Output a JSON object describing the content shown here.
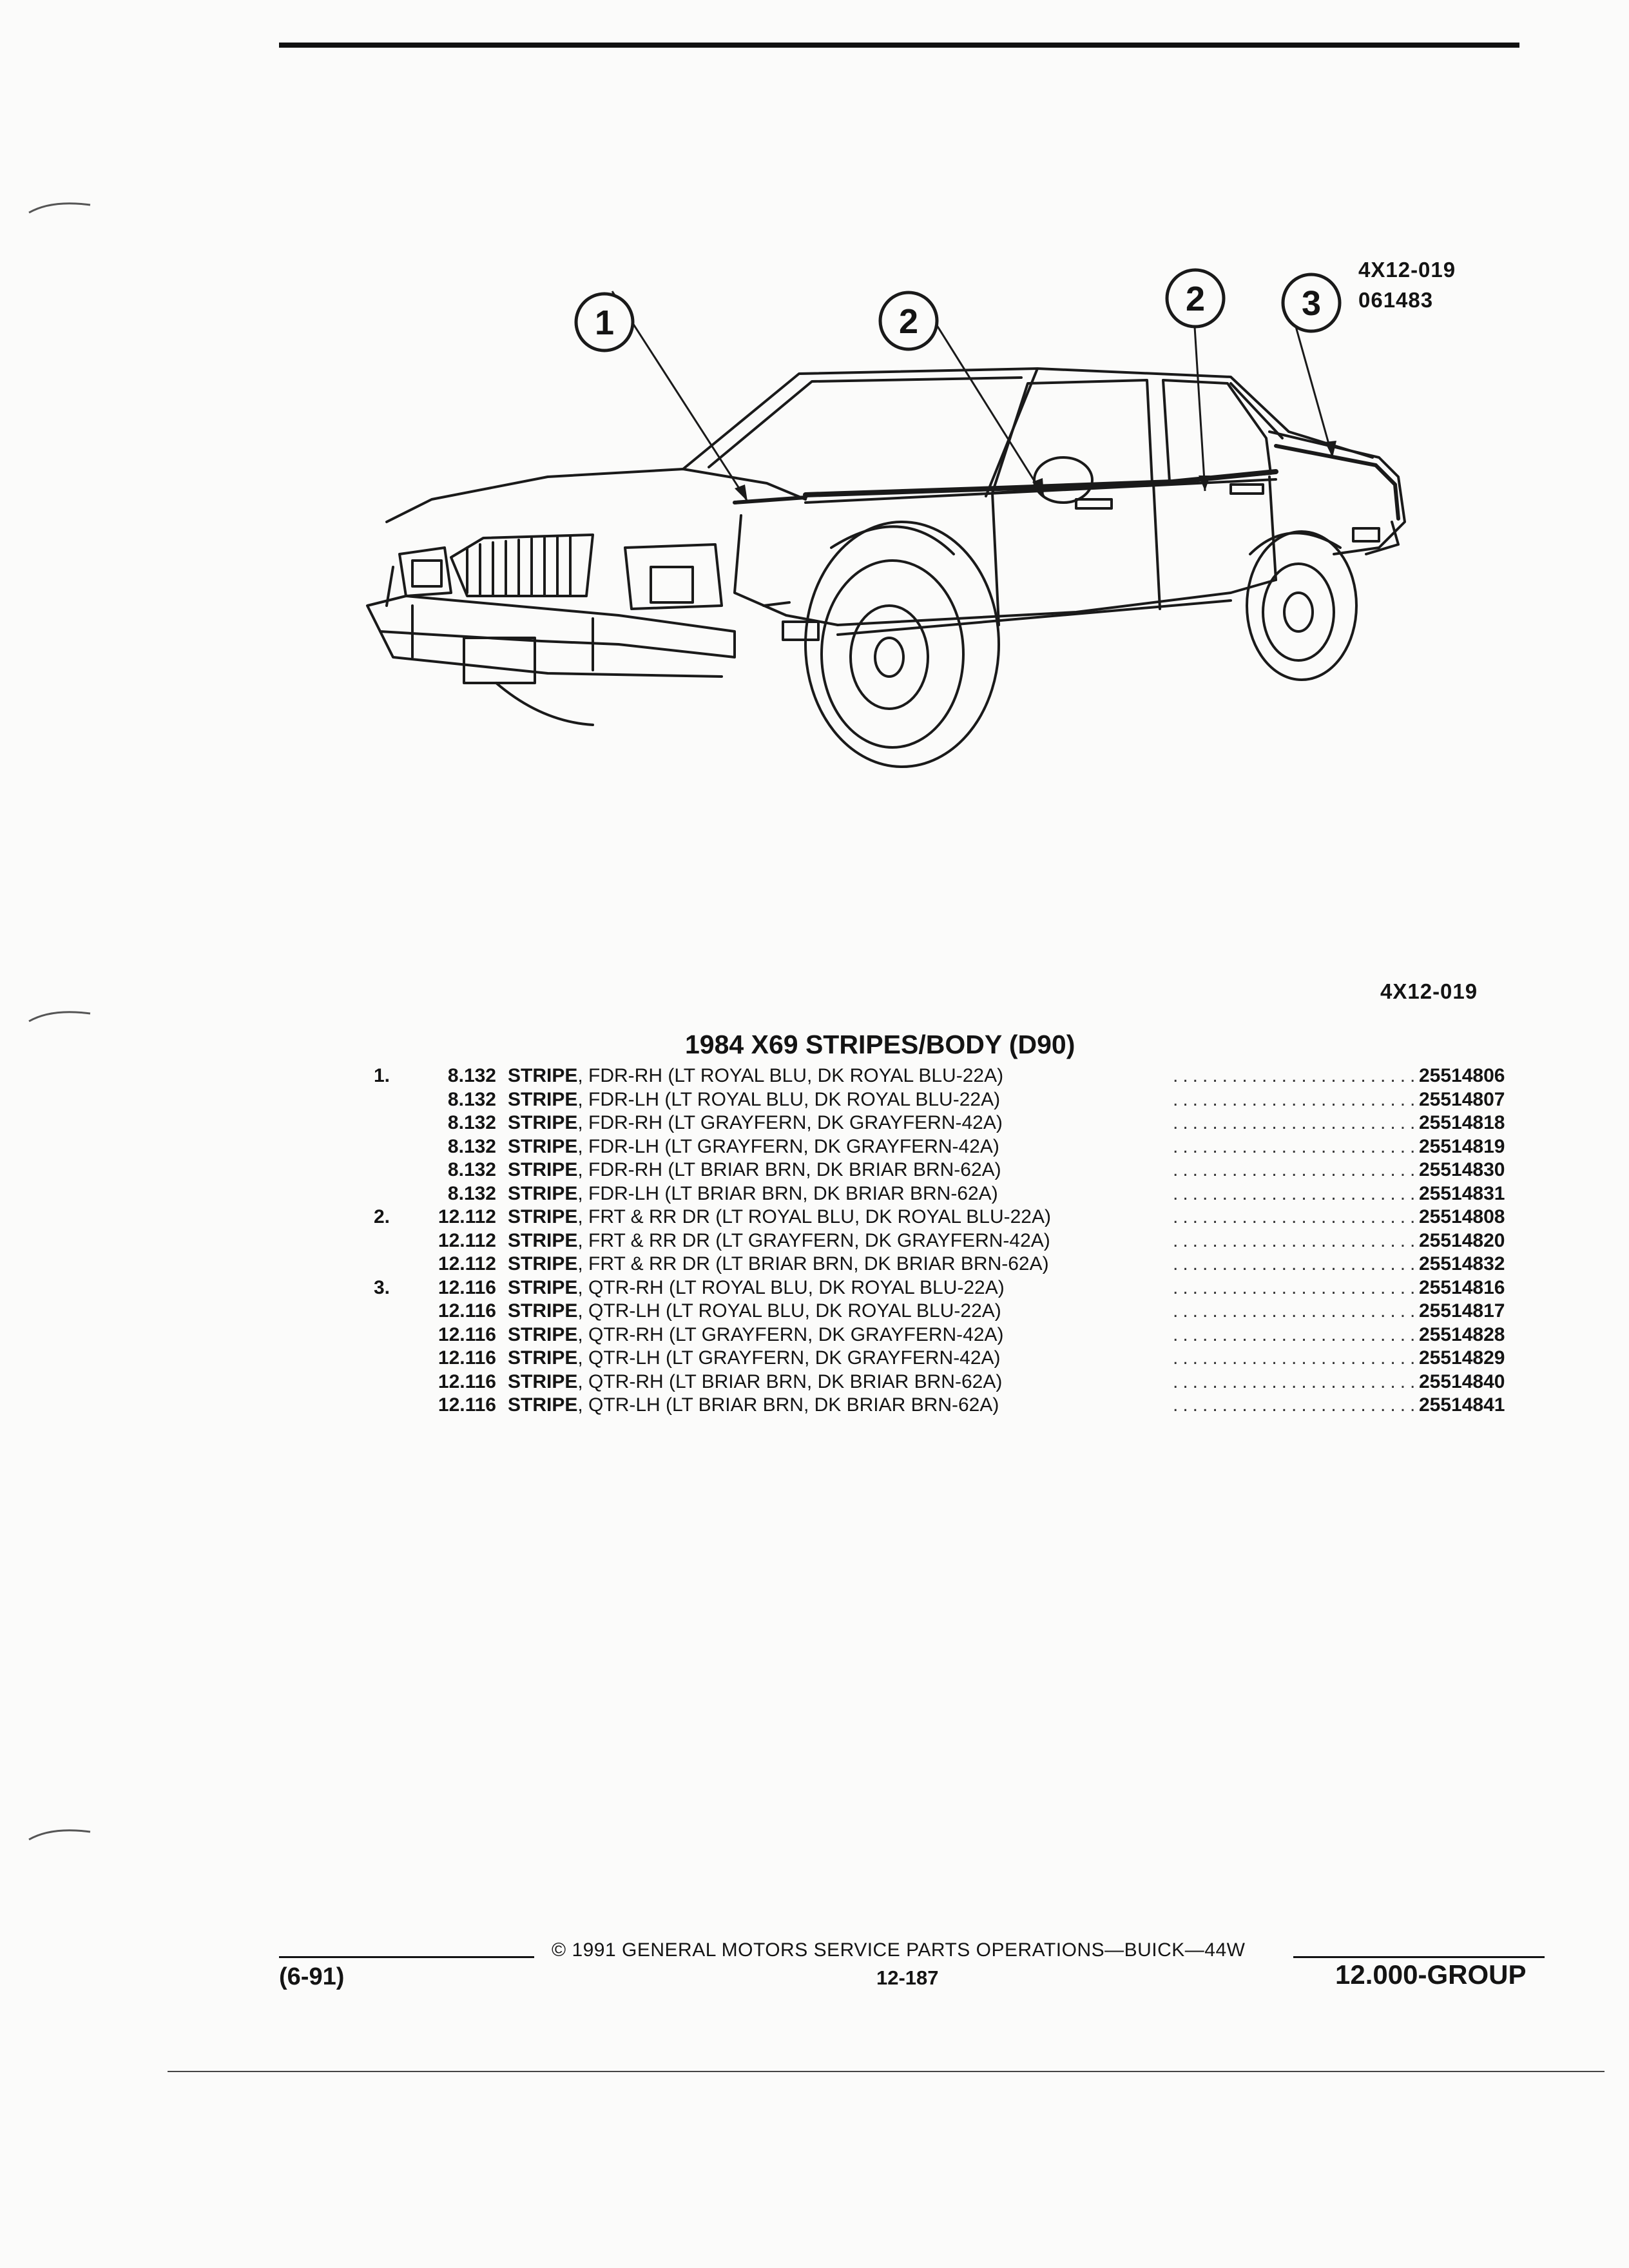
{
  "figure": {
    "ref_code": "4X12-019",
    "ref_date": "061483",
    "callouts": [
      "1",
      "2",
      "2",
      "3"
    ],
    "below_ref": "4X12-019"
  },
  "section_title": "1984 X69 STRIPES/BODY (D90)",
  "parts": [
    {
      "ill": "1.",
      "group": "8.132",
      "name": "STRIPE",
      "desc": ", FDR-RH (LT ROYAL BLU, DK ROYAL BLU-22A)",
      "part_no": "25514806"
    },
    {
      "ill": "",
      "group": "8.132",
      "name": "STRIPE",
      "desc": ", FDR-LH (LT ROYAL BLU, DK ROYAL BLU-22A)",
      "part_no": "25514807"
    },
    {
      "ill": "",
      "group": "8.132",
      "name": "STRIPE",
      "desc": ", FDR-RH (LT GRAYFERN, DK GRAYFERN-42A)",
      "part_no": "25514818"
    },
    {
      "ill": "",
      "group": "8.132",
      "name": "STRIPE",
      "desc": ", FDR-LH (LT GRAYFERN, DK GRAYFERN-42A)",
      "part_no": "25514819"
    },
    {
      "ill": "",
      "group": "8.132",
      "name": "STRIPE",
      "desc": ", FDR-RH (LT BRIAR BRN, DK BRIAR BRN-62A)",
      "part_no": "25514830"
    },
    {
      "ill": "",
      "group": "8.132",
      "name": "STRIPE",
      "desc": ", FDR-LH (LT BRIAR BRN, DK BRIAR BRN-62A)",
      "part_no": "25514831"
    },
    {
      "ill": "2.",
      "group": "12.112",
      "name": "STRIPE",
      "desc": ", FRT & RR DR (LT ROYAL BLU, DK ROYAL BLU-22A)",
      "part_no": "25514808"
    },
    {
      "ill": "",
      "group": "12.112",
      "name": "STRIPE",
      "desc": ", FRT & RR DR (LT GRAYFERN, DK GRAYFERN-42A)",
      "part_no": "25514820"
    },
    {
      "ill": "",
      "group": "12.112",
      "name": "STRIPE",
      "desc": ", FRT & RR DR (LT BRIAR BRN, DK BRIAR BRN-62A)",
      "part_no": "25514832"
    },
    {
      "ill": "3.",
      "group": "12.116",
      "name": "STRIPE",
      "desc": ", QTR-RH (LT ROYAL BLU, DK ROYAL BLU-22A)",
      "part_no": "25514816"
    },
    {
      "ill": "",
      "group": "12.116",
      "name": "STRIPE",
      "desc": ", QTR-LH (LT ROYAL BLU, DK ROYAL BLU-22A)",
      "part_no": "25514817"
    },
    {
      "ill": "",
      "group": "12.116",
      "name": "STRIPE",
      "desc": ", QTR-RH (LT GRAYFERN, DK GRAYFERN-42A)",
      "part_no": "25514828"
    },
    {
      "ill": "",
      "group": "12.116",
      "name": "STRIPE",
      "desc": ", QTR-LH (LT GRAYFERN, DK GRAYFERN-42A)",
      "part_no": "25514829"
    },
    {
      "ill": "",
      "group": "12.116",
      "name": "STRIPE",
      "desc": ", QTR-RH (LT BRIAR BRN, DK BRIAR BRN-62A)",
      "part_no": "25514840"
    },
    {
      "ill": "",
      "group": "12.116",
      "name": "STRIPE",
      "desc": ", QTR-LH (LT BRIAR BRN, DK BRIAR BRN-62A)",
      "part_no": "25514841"
    }
  ],
  "footer": {
    "copyright": "© 1991 GENERAL MOTORS SERVICE PARTS OPERATIONS—BUICK—44W",
    "revision": "(6-91)",
    "page": "12-187",
    "group": "12.000-GROUP"
  }
}
